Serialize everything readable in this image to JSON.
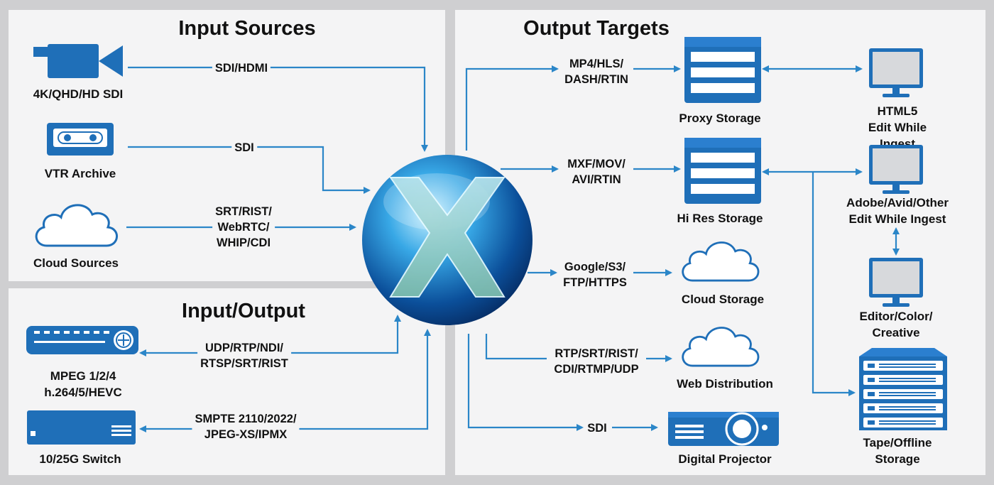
{
  "sections": {
    "input_sources": "Input Sources",
    "input_output": "Input/Output",
    "output_targets": "Output Targets"
  },
  "nodes": {
    "camera": "4K/QHD/HD SDI",
    "vtr": "VTR Archive",
    "cloud_sources": "Cloud Sources",
    "mpeg": "MPEG 1/2/4\nh.264/5/HEVC",
    "switch": "10/25G Switch",
    "proxy_storage": "Proxy Storage",
    "hires_storage": "Hi Res Storage",
    "cloud_storage": "Cloud Storage",
    "web_distribution": "Web Distribution",
    "digital_projector": "Digital Projector",
    "html5": "HTML5\nEdit While Ingest",
    "adobe": "Adobe/Avid/Other\nEdit While Ingest",
    "editor": "Editor/Color/\nCreative",
    "tape": "Tape/Offline\nStorage"
  },
  "protocols": {
    "sdi_hdmi": "SDI/HDMI",
    "sdi_vtr": "SDI",
    "srt_rist": "SRT/RIST/\nWebRTC/\nWHIP/CDI",
    "udp_rtp": "UDP/RTP/NDI/\nRTSP/SRT/RIST",
    "smpte": "SMPTE 2110/2022/\nJPEG-XS/IPMX",
    "mp4": "MP4/HLS/\nDASH/RTIN",
    "mxf": "MXF/MOV/\nAVI/RTIN",
    "google": "Google/S3/\nFTP/HTTPS",
    "rtp_srt": "RTP/SRT/RIST/\nCDI/RTMP/UDP",
    "sdi_out": "SDI"
  },
  "colors": {
    "accent": "#2b86c8",
    "icon_blue": "#1f6fb8",
    "panel": "#f4f4f5",
    "background": "#cfcfd1"
  }
}
